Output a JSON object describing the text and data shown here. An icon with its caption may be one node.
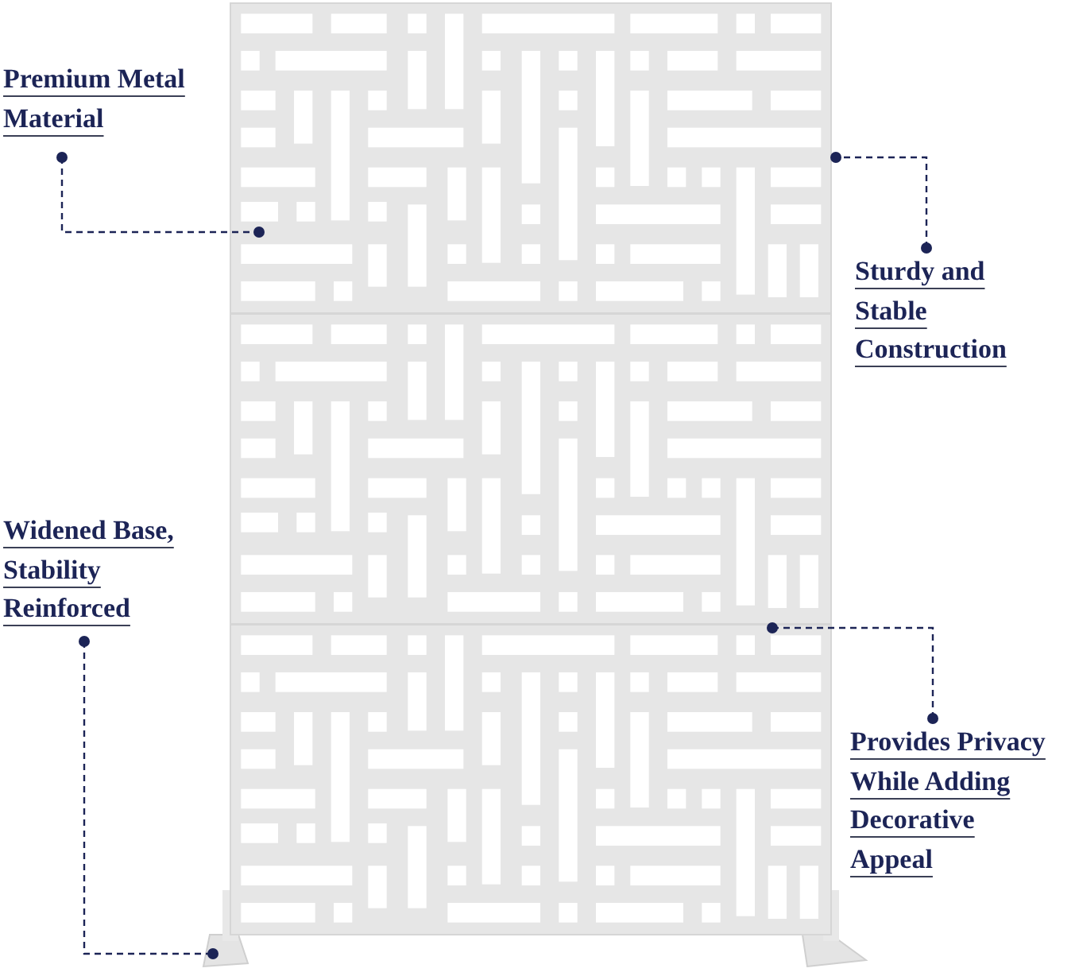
{
  "diagram": {
    "nodes": [
      {
        "text": [
          "Premium Metal Material"
        ]
      },
      {
        "text": [
          "Sturdy and Stable Construction"
        ]
      },
      {
        "text": [
          "Widened Base, Stability Reinforced"
        ]
      },
      {
        "text": [
          "Provides Privacy While Adding Decorative Appeal"
        ]
      }
    ],
    "edges": [
      {
        "from": 0,
        "to": null,
        "arrow": "other",
        "style": "dashed"
      },
      {
        "from": 1,
        "to": null,
        "arrow": "other",
        "style": "dashed"
      },
      {
        "from": 2,
        "to": null,
        "arrow": "other",
        "style": "dashed"
      },
      {
        "from": 3,
        "to": null,
        "arrow": "other",
        "style": "dashed"
      }
    ]
  }
}
